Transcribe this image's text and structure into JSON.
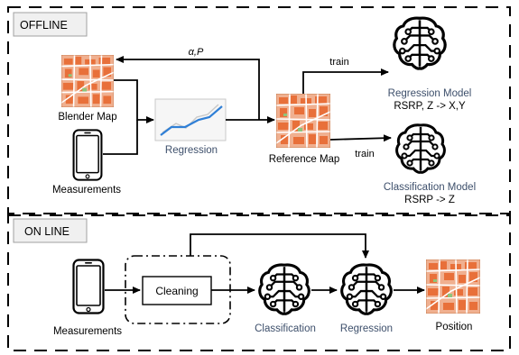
{
  "offline": {
    "section_label": "OFFLINE",
    "blender_map_label": "Blender Map",
    "measurements_label": "Measurements",
    "regression_label": "Regression",
    "reference_map_label": "Reference Map",
    "alpha_p_label": "α,P",
    "train_label_top": "train",
    "train_label_bottom": "train",
    "regression_model": {
      "title": "Regression Model",
      "subtitle": "RSRP, Z -> X,Y"
    },
    "classification_model": {
      "title": "Classification Model",
      "subtitle": "RSRP -> Z"
    }
  },
  "online": {
    "section_label": "ON LINE",
    "measurements_label": "Measurements",
    "cleaning_label": "Cleaning",
    "classification_label": "Classification",
    "regression_label": "Regression",
    "position_label": "Position"
  },
  "colors": {
    "model_label": "#3d4f6b",
    "chart_line": "#2f7fd6",
    "chart_light_line": "#c8c8c8",
    "map_base": "#f0b090",
    "map_roads": "#ffffff",
    "map_orange": "#e8703a",
    "map_green": "#8fc47a",
    "section_tab": "#f0f0f0",
    "stroke": "#000000"
  },
  "icons": {
    "map": "city-map-icon",
    "phone": "smartphone-icon",
    "chart": "line-chart-icon",
    "brain": "circuit-brain-icon"
  }
}
